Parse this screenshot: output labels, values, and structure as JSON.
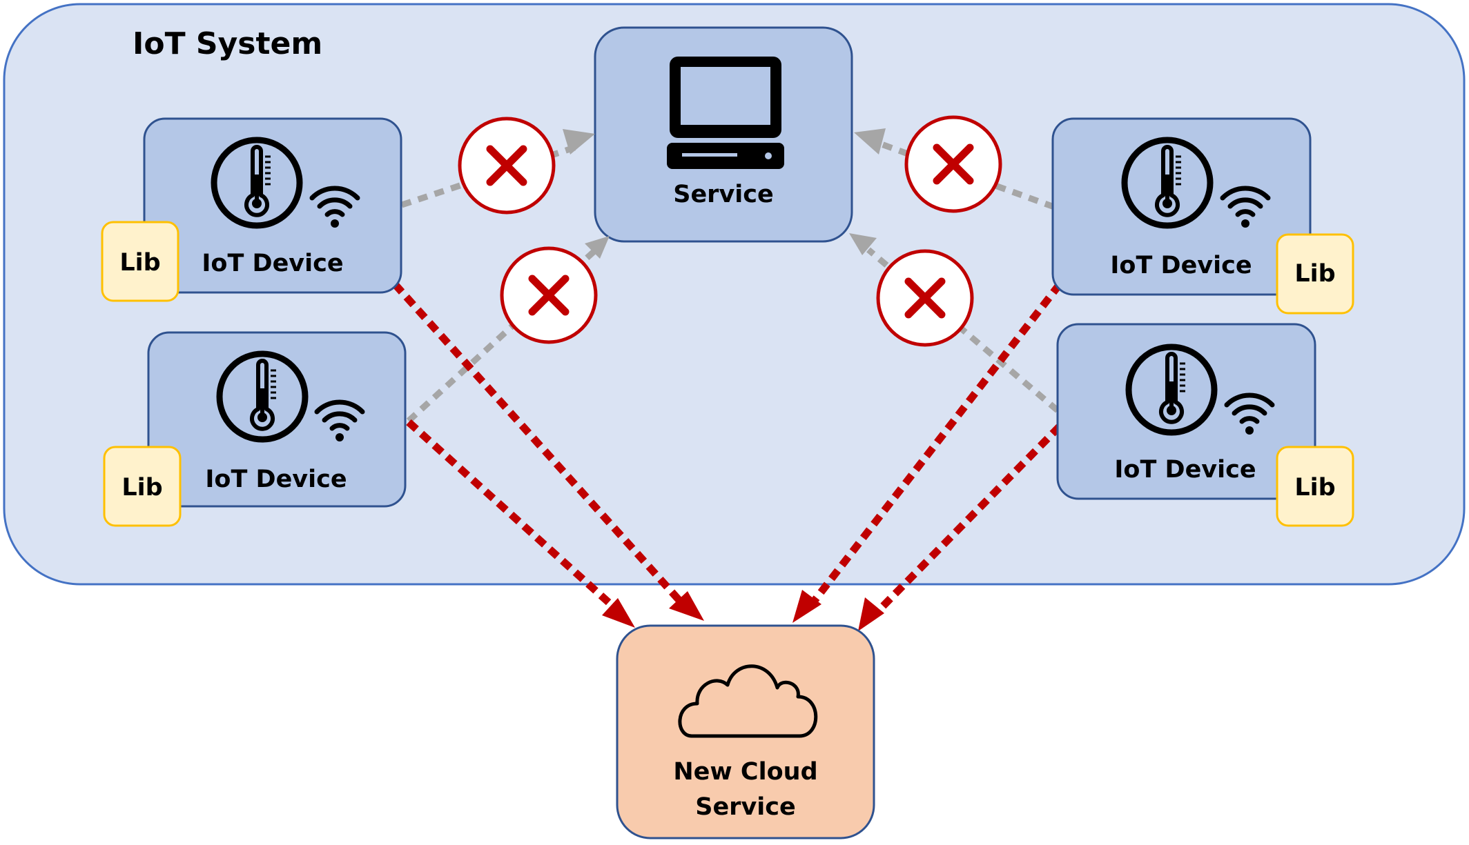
{
  "system": {
    "label": "IoT System"
  },
  "service": {
    "label": "Service",
    "icon": "computer-icon"
  },
  "cloud": {
    "label_line1": "New Cloud",
    "label_line2": "Service",
    "icon": "cloud-icon"
  },
  "devices": [
    {
      "id": "top-left",
      "label": "IoT Device",
      "lib": "Lib",
      "icons": [
        "thermometer-icon",
        "wifi-icon"
      ]
    },
    {
      "id": "bottom-left",
      "label": "IoT Device",
      "lib": "Lib",
      "icons": [
        "thermometer-icon",
        "wifi-icon"
      ]
    },
    {
      "id": "top-right",
      "label": "IoT Device",
      "lib": "Lib",
      "icons": [
        "thermometer-icon",
        "wifi-icon"
      ]
    },
    {
      "id": "bottom-right",
      "label": "IoT Device",
      "lib": "Lib",
      "icons": [
        "thermometer-icon",
        "wifi-icon"
      ]
    }
  ],
  "connections": {
    "to_service": {
      "status": "blocked",
      "marker": "x-icon",
      "color": "#a6a6a6"
    },
    "to_cloud": {
      "status": "active",
      "color": "#c00000"
    }
  },
  "colors": {
    "system_fill": "#dae3f3",
    "system_stroke": "#4472c4",
    "node_fill": "#b4c7e7",
    "node_stroke": "#2f528f",
    "lib_fill": "#fff2cc",
    "lib_stroke": "#ffc000",
    "cloud_fill": "#f8cbad",
    "cloud_stroke": "#2f528f",
    "blocked_arrow": "#a6a6a6",
    "active_arrow": "#c00000",
    "x_mark": "#c00000"
  }
}
